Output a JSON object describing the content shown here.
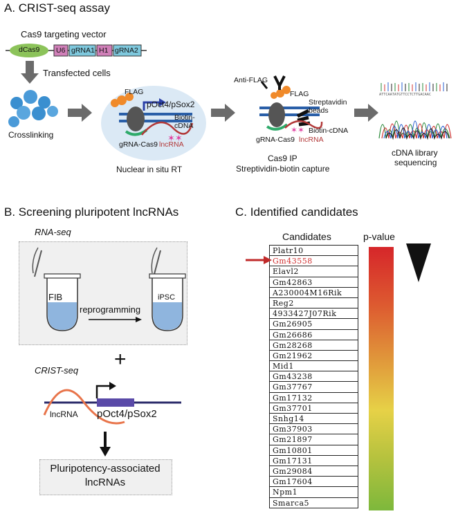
{
  "panel_a": {
    "title": "A. CRIST-seq assay",
    "vector_title": "Cas9 targeting vector",
    "vector_boxes": [
      "dCas9",
      "U6",
      "gRNA1",
      "H1",
      "gRNA2"
    ],
    "transfected": "Transfected cells",
    "crosslinking": "Crosslinking",
    "flag1": "FLAG",
    "promoter1": "pOct4/pSox2",
    "biotin_cdna1": "Biotin-\ncDNA",
    "grna_cas9_1": "gRNA-Cas9",
    "lncrna1": "lncRNA",
    "nuclear": "Nuclear in situ RT",
    "anti_flag": "Anti-FLAG",
    "flag2": "FLAG",
    "strep_beads": "Streptavidin\nbeads",
    "biotin_cdna2": "Biotin-cDNA",
    "grna_cas9_2": "gRNA-Cas9",
    "lncrna2": "lncRNA",
    "ip_line1": "Cas9 IP",
    "ip_line2": "Streptividin-biotin capture",
    "seq_text": "ATTCAATATGTTCCTCTTGACAAC",
    "lib_line1": "cDNA library",
    "lib_line2": "sequencing"
  },
  "panel_b": {
    "title": "B. Screening pluripotent lncRNAs",
    "rnaseq": "RNA-seq",
    "fib": "FIB",
    "ipsc": "iPSC",
    "reprogramming": "reprogramming",
    "plus": "+",
    "cristseq": "CRIST-seq",
    "lncrna": "lncRNA",
    "promoter": "pOct4/pSox2",
    "result_line1": "Pluripotency-associated",
    "result_line2": "lncRNAs"
  },
  "panel_c": {
    "title": "C. Identified candidates",
    "candidates_header": "Candidates",
    "pvalue_header": "p-value",
    "candidates": [
      "Platr10",
      "Gm43558",
      "Elavl2",
      "Gm42863",
      "A230004M16Rik",
      "Reg2",
      "4933427J07Rik",
      "Gm26905",
      "Gm26686",
      "Gm28268",
      "Gm21962",
      "Mid1",
      "Gm43238",
      "Gm37767",
      "Gm17132",
      "Gm37701",
      "Snhg14",
      "Gm37903",
      "Gm21897",
      "Gm10801",
      "Gm17131",
      "Gm29084",
      "Gm17604",
      "Npm1",
      "Smarca5"
    ],
    "highlighted_index": 1,
    "highlight_color": "#d03030",
    "gradient_colors": [
      "#d6262a",
      "#e0953a",
      "#e6d147",
      "#7db83c"
    ]
  },
  "colors": {
    "dcas9": "#8cc35a",
    "grna": "#7ec8dd",
    "promoter_box": "#d07fb8",
    "cells": "#3a8fd0",
    "flag": "#f08a2a",
    "lncrna_wave": "#e8744a",
    "arrow": "#6b6b6b"
  }
}
